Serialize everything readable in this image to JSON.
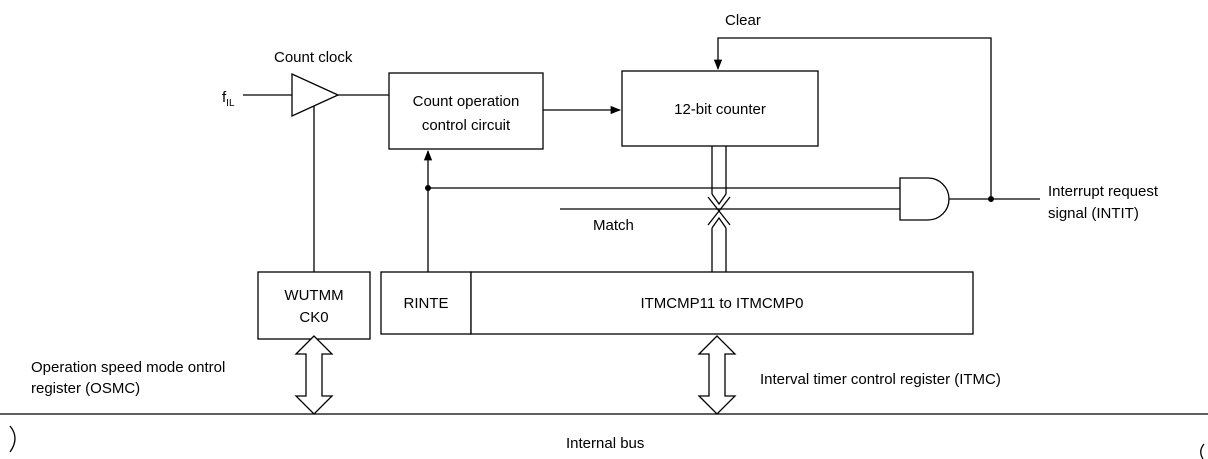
{
  "labels": {
    "clock_source_main": "f",
    "clock_source_sub": "IL",
    "count_clock": "Count clock",
    "clear": "Clear",
    "match": "Match",
    "interrupt_line1": "Interrupt request",
    "interrupt_line2": "signal (INTIT)",
    "osmc_line1": "Operation speed mode ontrol",
    "osmc_line2": "register (OSMC)",
    "itmc": "Interval timer control register (ITMC)",
    "internal_bus": "Internal bus"
  },
  "blocks": {
    "count_control_line1": "Count operation",
    "count_control_line2": "control circuit",
    "counter": "12-bit counter",
    "wutmmck0_line1": "WUTMM",
    "wutmmck0_line2": "CK0",
    "rinte": "RINTE",
    "itmcmp": "ITMCMP11 to ITMCMP0"
  },
  "colors": {
    "line": "#000000",
    "fill": "#ffffff"
  }
}
